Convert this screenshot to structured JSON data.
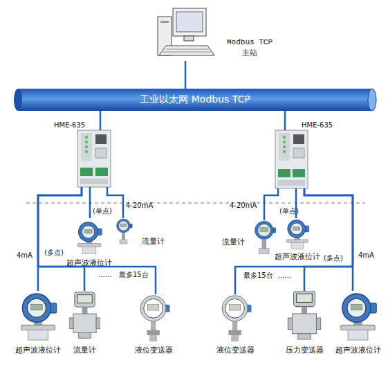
{
  "diagram": {
    "nodes": [
      {
        "text": [
          "Modbus TCP 主站"
        ]
      },
      {
        "text": [
          "工业以太网 Modbus TCP"
        ]
      },
      {
        "text": [
          "HME-635"
        ]
      },
      {
        "text": [
          "HME-635"
        ]
      },
      {
        "text": [
          "超声波液位计"
        ]
      },
      {
        "text": [
          "流量计"
        ]
      },
      {
        "text": [
          "流量计"
        ]
      },
      {
        "text": [
          "超声波液位计"
        ]
      },
      {
        "text": [
          "超声波液位计"
        ]
      },
      {
        "text": [
          "流量计"
        ]
      },
      {
        "text": [
          "液位变送器"
        ]
      },
      {
        "text": [
          "液位变送器"
        ]
      },
      {
        "text": [
          "压力变送器"
        ]
      },
      {
        "text": [
          "超声波液位计"
        ]
      }
    ],
    "edges": [
      {
        "from": 0,
        "to": 1,
        "arrow": "none"
      },
      {
        "from": 1,
        "to": 2,
        "arrow": "none"
      },
      {
        "from": 1,
        "to": 3,
        "arrow": "none"
      },
      {
        "from": 2,
        "to": 4,
        "arrow": "none"
      },
      {
        "from": 2,
        "to": 5,
        "label": "4-20mA",
        "arrow": "none"
      },
      {
        "from": 2,
        "to": 8,
        "label": "4mA",
        "arrow": "none"
      },
      {
        "from": 2,
        "to": 9,
        "arrow": "none"
      },
      {
        "from": 2,
        "to": 10,
        "arrow": "none"
      },
      {
        "from": 3,
        "to": 6,
        "label": "4-20mA",
        "arrow": "none"
      },
      {
        "from": 3,
        "to": 7,
        "arrow": "none"
      },
      {
        "from": 3,
        "to": 11,
        "arrow": "none"
      },
      {
        "from": 3,
        "to": 12,
        "arrow": "none"
      },
      {
        "from": 3,
        "to": 13,
        "label": "4mA",
        "arrow": "none"
      }
    ],
    "labels": [
      "(单点)",
      "(单点)",
      "(多点)",
      "(多点)",
      "......",
      "最多15台",
      "最多15台",
      "......"
    ]
  }
}
